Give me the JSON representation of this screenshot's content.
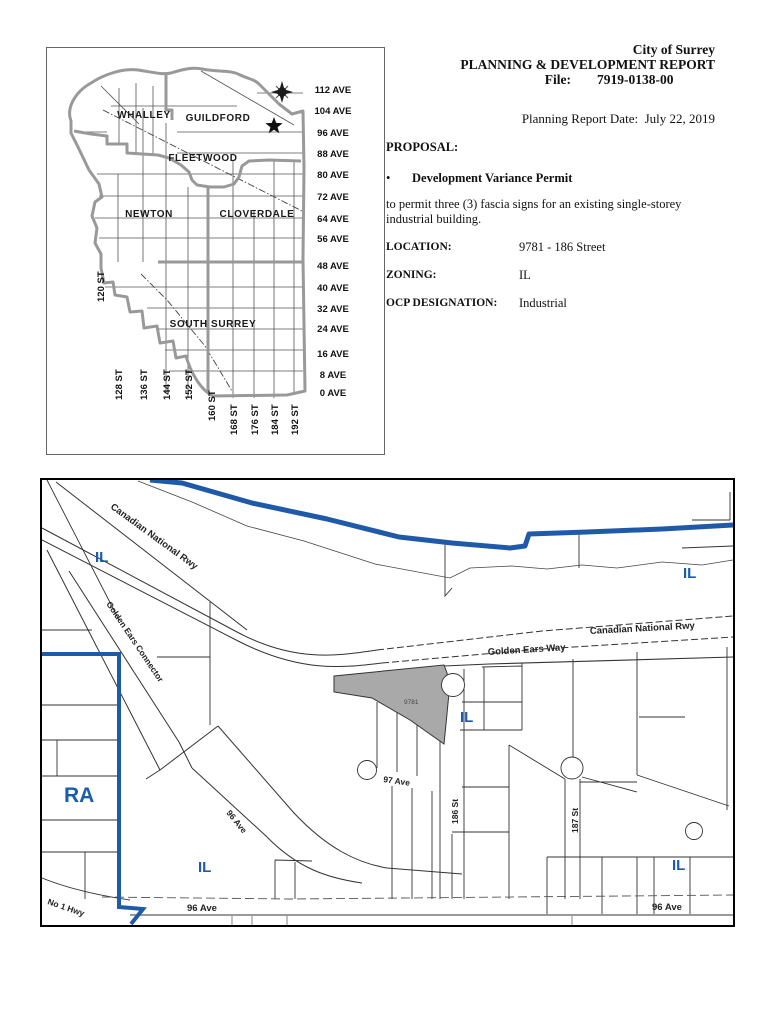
{
  "header": {
    "org": "City of Surrey",
    "title": "PLANNING & DEVELOPMENT REPORT",
    "file_label": "File:",
    "file_number": "7919-0138-00",
    "date_label": "Planning Report Date:",
    "date_value": "July 22, 2019"
  },
  "proposal": {
    "heading": "PROPOSAL:",
    "bullet": "•",
    "permit_type": "Development Variance Permit",
    "description": "to permit three (3) fascia signs for an existing single-storey industrial building.",
    "fields": [
      {
        "label": "LOCATION:",
        "value": "9781 - 186 Street"
      },
      {
        "label": "ZONING:",
        "value": "IL"
      },
      {
        "label": "OCP DESIGNATION:",
        "value": "Industrial"
      }
    ]
  },
  "overview_map": {
    "regions": {
      "whalley": "WHALLEY",
      "guildford": "GUILDFORD",
      "fleetwood": "FLEETWOOD",
      "newton": "NEWTON",
      "cloverdale": "CLOVERDALE",
      "south_surrey": "SOUTH SURREY"
    },
    "avenues": [
      "112 AVE",
      "104 AVE",
      "96 AVE",
      "88 AVE",
      "80 AVE",
      "72 AVE",
      "64 AVE",
      "56 AVE",
      "48 AVE",
      "40 AVE",
      "32 AVE",
      "24 AVE",
      "16 AVE",
      "8 AVE",
      "0 AVE"
    ],
    "streets": [
      "128 ST",
      "136 ST",
      "144 ST",
      "152 ST",
      "160 ST",
      "168 ST",
      "176 ST",
      "184 ST",
      "192 ST"
    ],
    "street_left": "120 ST",
    "marker": "site-location-star"
  },
  "site_map": {
    "railway_diagonal": "Canadian National Rwy",
    "railway_horizontal": "Canadian National Rwy",
    "golden_ears_way": "Golden Ears Way",
    "golden_ears_connector": "Golden Ears Connector",
    "street_186": "186 St",
    "street_187": "187 St",
    "ave_97": "97 Ave",
    "ave_96_diagonal": "96 Ave",
    "ave_96_left": "96 Ave",
    "ave_96_right": "96 Ave",
    "hwy_no1": "No 1 Hwy",
    "parcel_number": "9781",
    "zones": {
      "il_nw": "IL",
      "il_ne": "IL",
      "il_center": "IL",
      "il_sw": "IL",
      "il_se": "IL",
      "ra": "RA"
    },
    "colors": {
      "zone_blue": "#1d5cad",
      "river_blue": "#1f5aa8",
      "parcel_gray": "#a9a9a9"
    }
  }
}
